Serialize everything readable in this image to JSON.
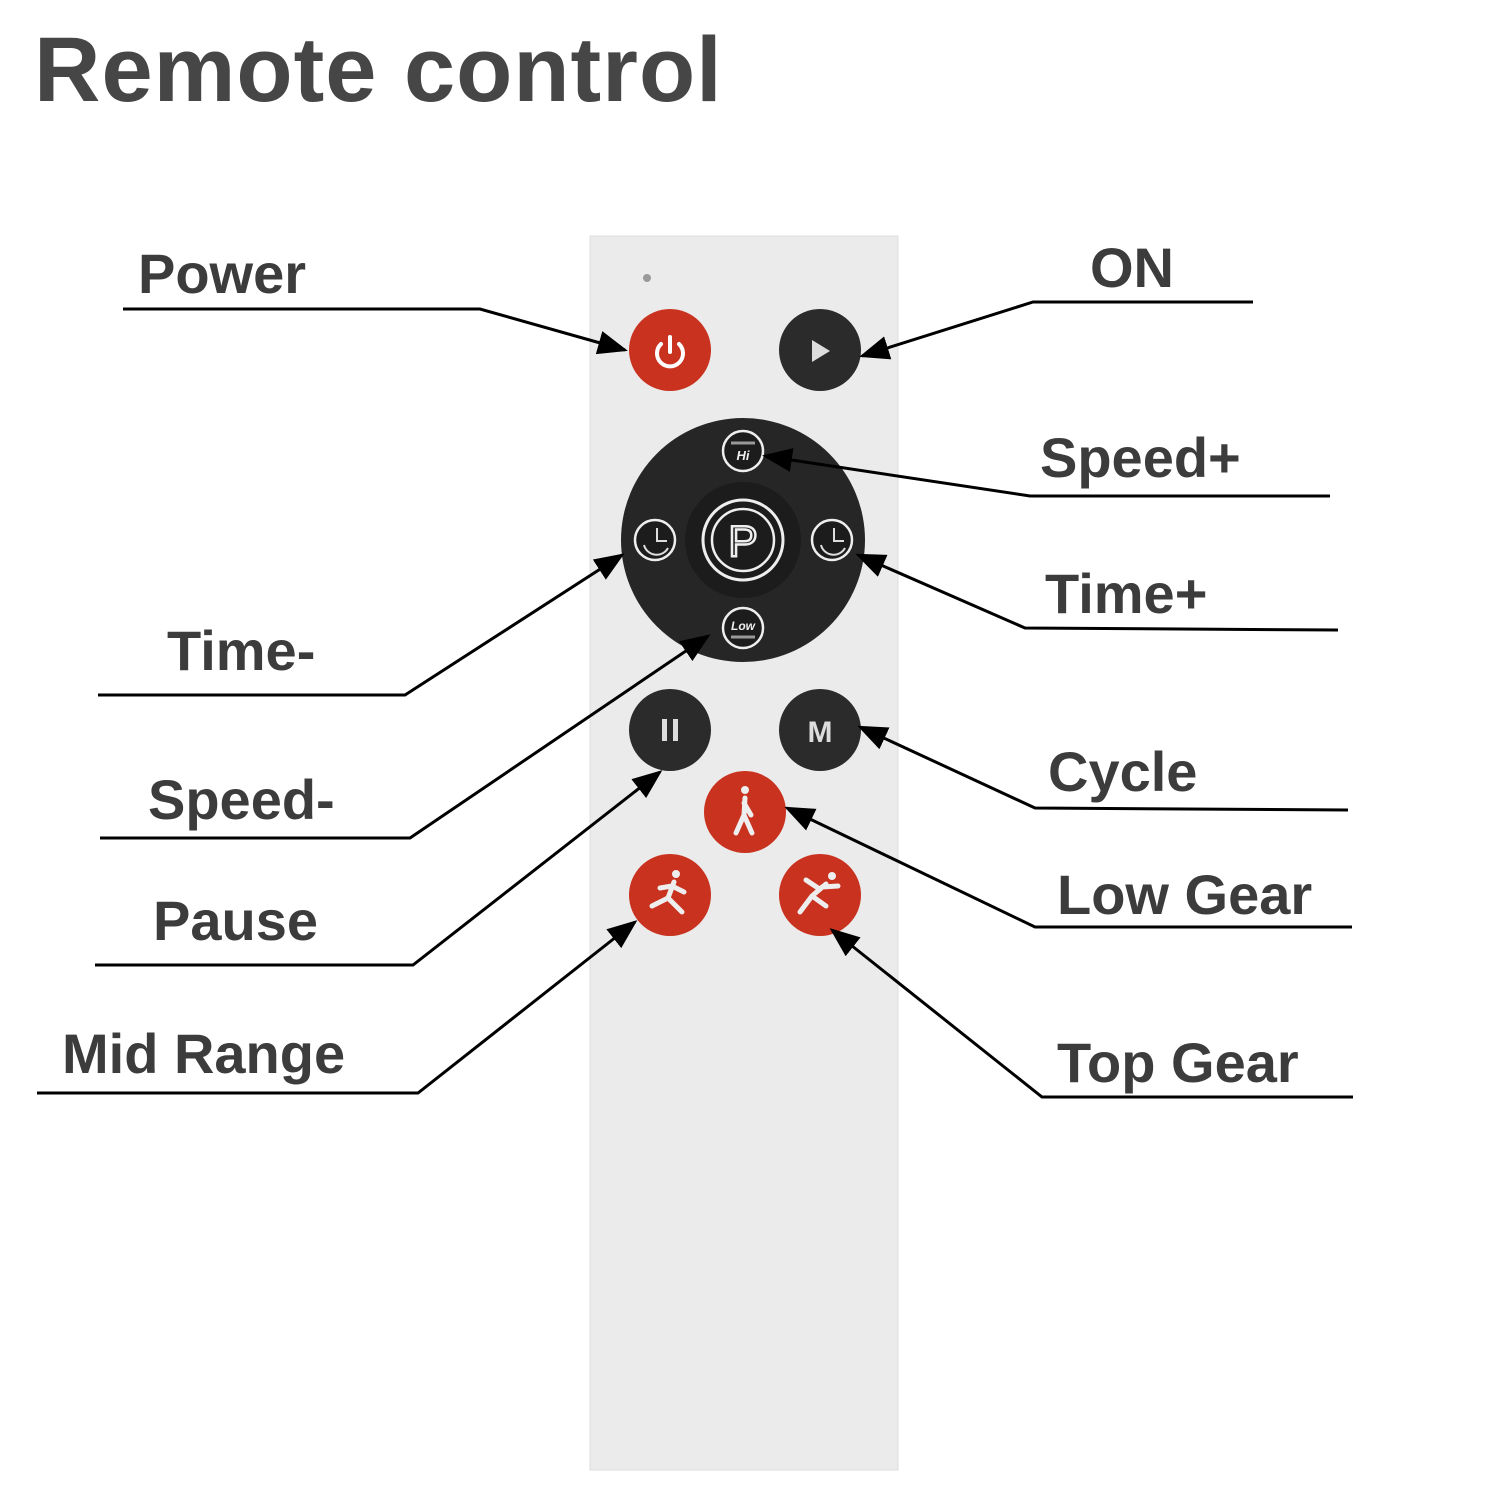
{
  "title": "Remote control",
  "colors": {
    "red_button": "#c9321f",
    "dark_button": "#2b2b2b",
    "remote_body": "#ebebeb",
    "text": "#3c3c3c"
  },
  "labels": {
    "power": "Power",
    "on": "ON",
    "speed_plus": "Speed+",
    "time_plus": "Time+",
    "time_minus": "Time-",
    "speed_minus": "Speed-",
    "cycle": "Cycle",
    "pause": "Pause",
    "low_gear": "Low Gear",
    "mid_range": "Mid Range",
    "top_gear": "Top Gear"
  },
  "buttons": {
    "speed_up_text": "Hi",
    "speed_down_text": "Low",
    "center_text": "P",
    "cycle_text": "M"
  },
  "icons": [
    "power-icon",
    "play-icon",
    "clock-icon",
    "pause-icon",
    "walking-person-icon",
    "running-person-icon",
    "sprinting-person-icon"
  ]
}
